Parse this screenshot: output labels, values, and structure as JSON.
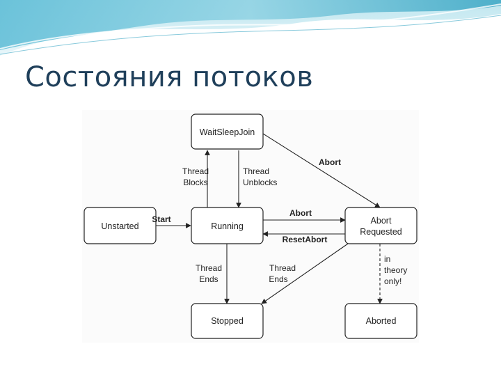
{
  "slide": {
    "title": "Состояния потоков"
  },
  "diagram": {
    "states": {
      "waitsleepjoin": "WaitSleepJoin",
      "unstarted": "Unstarted",
      "running": "Running",
      "abort_requested_line1": "Abort",
      "abort_requested_line2": "Requested",
      "stopped": "Stopped",
      "aborted": "Aborted"
    },
    "edges": {
      "thread_blocks_line1": "Thread",
      "thread_blocks_line2": "Blocks",
      "thread_unblocks_line1": "Thread",
      "thread_unblocks_line2": "Unblocks",
      "abort_from_wait": "Abort",
      "start": "Start",
      "abort": "Abort",
      "reset_abort": "ResetAbort",
      "thread_ends_running_line1": "Thread",
      "thread_ends_running_line2": "Ends",
      "thread_ends_abort_line1": "Thread",
      "thread_ends_abort_line2": "Ends",
      "in_theory_line1": "in",
      "in_theory_line2": "theory",
      "in_theory_line3": "only!"
    }
  },
  "colors": {
    "title": "#1f3f5a",
    "wave_dark": "#3aa6c4",
    "wave_light": "#a6dbe8"
  }
}
